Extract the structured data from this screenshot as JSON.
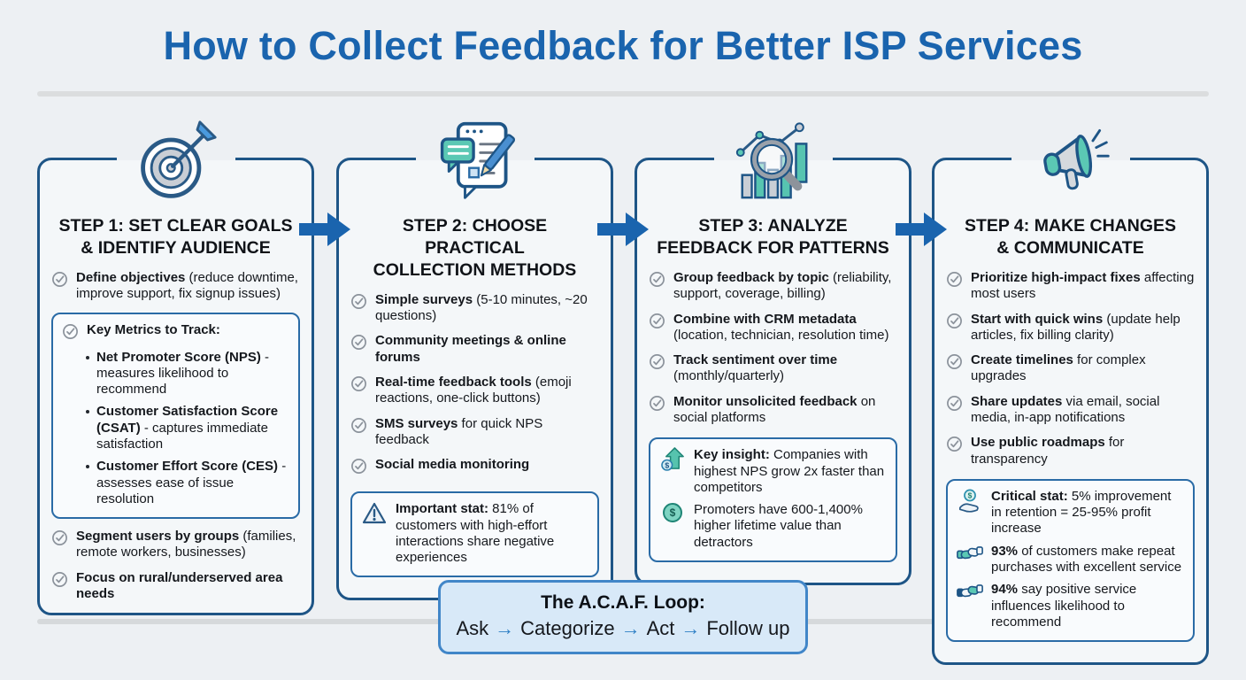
{
  "title": "How to Collect Feedback for Better ISP Services",
  "colors": {
    "page_bg": "#edf0f3",
    "card_bg": "#f4f7f9",
    "card_border": "#1e5586",
    "title_blue": "#1a64ae",
    "arrow_blue": "#1a64ae",
    "teal_accent": "#56c3ae",
    "check_gray": "#8b929b",
    "callout_border": "#2a6ba6",
    "acaf_bg": "#d8e9f8",
    "acaf_border": "#4186c8"
  },
  "steps": [
    {
      "icon": "target-icon",
      "title1": "STEP 1: SET CLEAR GOALS",
      "title2": "& IDENTIFY AUDIENCE",
      "items_top": [
        {
          "b": "Define objectives",
          "t": " (reduce downtime, improve support, fix signup issues)"
        }
      ],
      "metrics_box": {
        "header": "Key Metrics to Track:",
        "bullets": [
          {
            "b": "Net Promoter Score (NPS)",
            "t": " - measures likelihood to recommend"
          },
          {
            "b": "Customer Satisfaction Score (CSAT)",
            "t": " - captures immediate satisfaction"
          },
          {
            "b": "Customer Effort Score (CES)",
            "t": " - assesses ease of issue resolution"
          }
        ]
      },
      "items_bottom": [
        {
          "b": "Segment users by groups",
          "t": " (families, remote workers, businesses)"
        },
        {
          "b": "Focus on rural/underserved area needs",
          "t": ""
        }
      ]
    },
    {
      "icon": "survey-form-icon",
      "title1": "STEP 2: CHOOSE PRACTICAL",
      "title2": "COLLECTION METHODS",
      "items": [
        {
          "b": "Simple surveys",
          "t": " (5-10 minutes, ~20 questions)"
        },
        {
          "b": "Community meetings & online forums",
          "t": ""
        },
        {
          "b": "Real-time feedback tools",
          "t": " (emoji reactions, one-click buttons)"
        },
        {
          "b": "SMS surveys",
          "t": " for quick NPS feedback"
        },
        {
          "b": "Social media monitoring",
          "t": ""
        }
      ],
      "stat_box": {
        "b": "Important stat:",
        "t": " 81% of customers with high-effort interactions share negative experiences"
      }
    },
    {
      "icon": "chart-magnifier-icon",
      "title1": "STEP 3: ANALYZE",
      "title2": "FEEDBACK FOR PATTERNS",
      "items": [
        {
          "b": "Group feedback by topic",
          "t": " (reliability, support, coverage, billing)"
        },
        {
          "b": "Combine with CRM metadata",
          "t": " (location, technician, resolution time)"
        },
        {
          "b": "Track sentiment over time",
          "t": " (monthly/quarterly)"
        },
        {
          "b": "Monitor unsolicited feedback",
          "t": " on social platforms"
        }
      ],
      "insights": [
        {
          "b": "Key insight:",
          "t": " Companies with highest NPS grow 2x faster than competitors"
        },
        {
          "b": "",
          "t": "Promoters have 600-1,400% higher lifetime value than detractors"
        }
      ]
    },
    {
      "icon": "megaphone-icon",
      "title1": "STEP 4: MAKE CHANGES",
      "title2": "& COMMUNICATE",
      "items": [
        {
          "b": "Prioritize high-impact fixes",
          "t": " affecting most users"
        },
        {
          "b": "Start with quick wins",
          "t": " (update help articles, fix billing clarity)"
        },
        {
          "b": "Create timelines",
          "t": " for complex upgrades"
        },
        {
          "b": "Share updates",
          "t": " via email, social media, in-app notifications"
        },
        {
          "b": "Use public roadmaps",
          "t": " for transparency"
        }
      ],
      "stats": [
        {
          "b": "Critical stat:",
          "t": " 5% improvement in retention = 25-95% profit increase"
        },
        {
          "b": "93%",
          "t": " of customers make repeat purchases with excellent service"
        },
        {
          "b": "94%",
          "t": " say positive service influences likelihood to recommend"
        }
      ]
    }
  ],
  "footer": {
    "heading": "The A.C.A.F. Loop:",
    "parts": [
      "Ask",
      "Categorize",
      "Act",
      "Follow up"
    ],
    "arrow": "→"
  }
}
